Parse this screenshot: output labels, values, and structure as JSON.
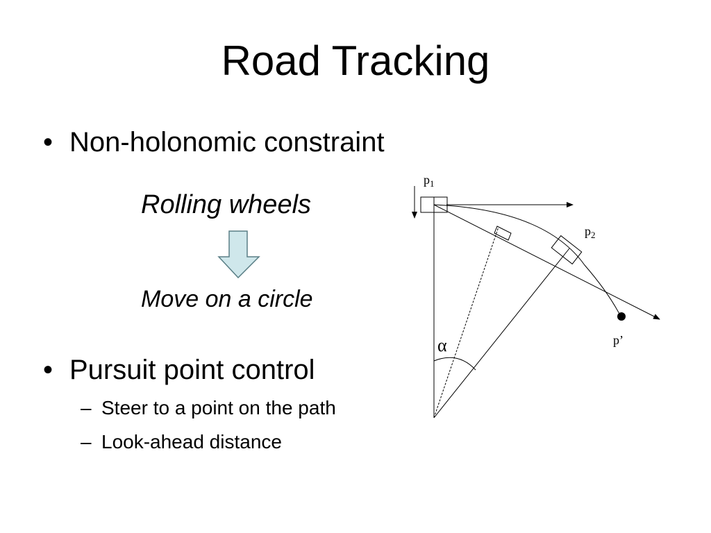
{
  "slide": {
    "title": "Road Tracking",
    "bullets": [
      {
        "text": "Non-holonomic constraint",
        "emphasis": [
          "Rolling wheels",
          "Move on a circle"
        ]
      },
      {
        "text": "Pursuit point control",
        "sub_bullets": [
          "Steer to a point on the path",
          "Look-ahead distance"
        ]
      }
    ],
    "bullet_glyph": "•",
    "sub_bullet_glyph": "–"
  },
  "diagram": {
    "p1": {
      "base": "p",
      "sub": "1"
    },
    "p2": {
      "base": "p",
      "sub": "2"
    },
    "p_prime": "p’",
    "alpha": "α"
  },
  "colors": {
    "background": "#ffffff",
    "text": "#000000",
    "arrow_fill": "#cfe7eb",
    "arrow_stroke": "#5a7f86"
  }
}
